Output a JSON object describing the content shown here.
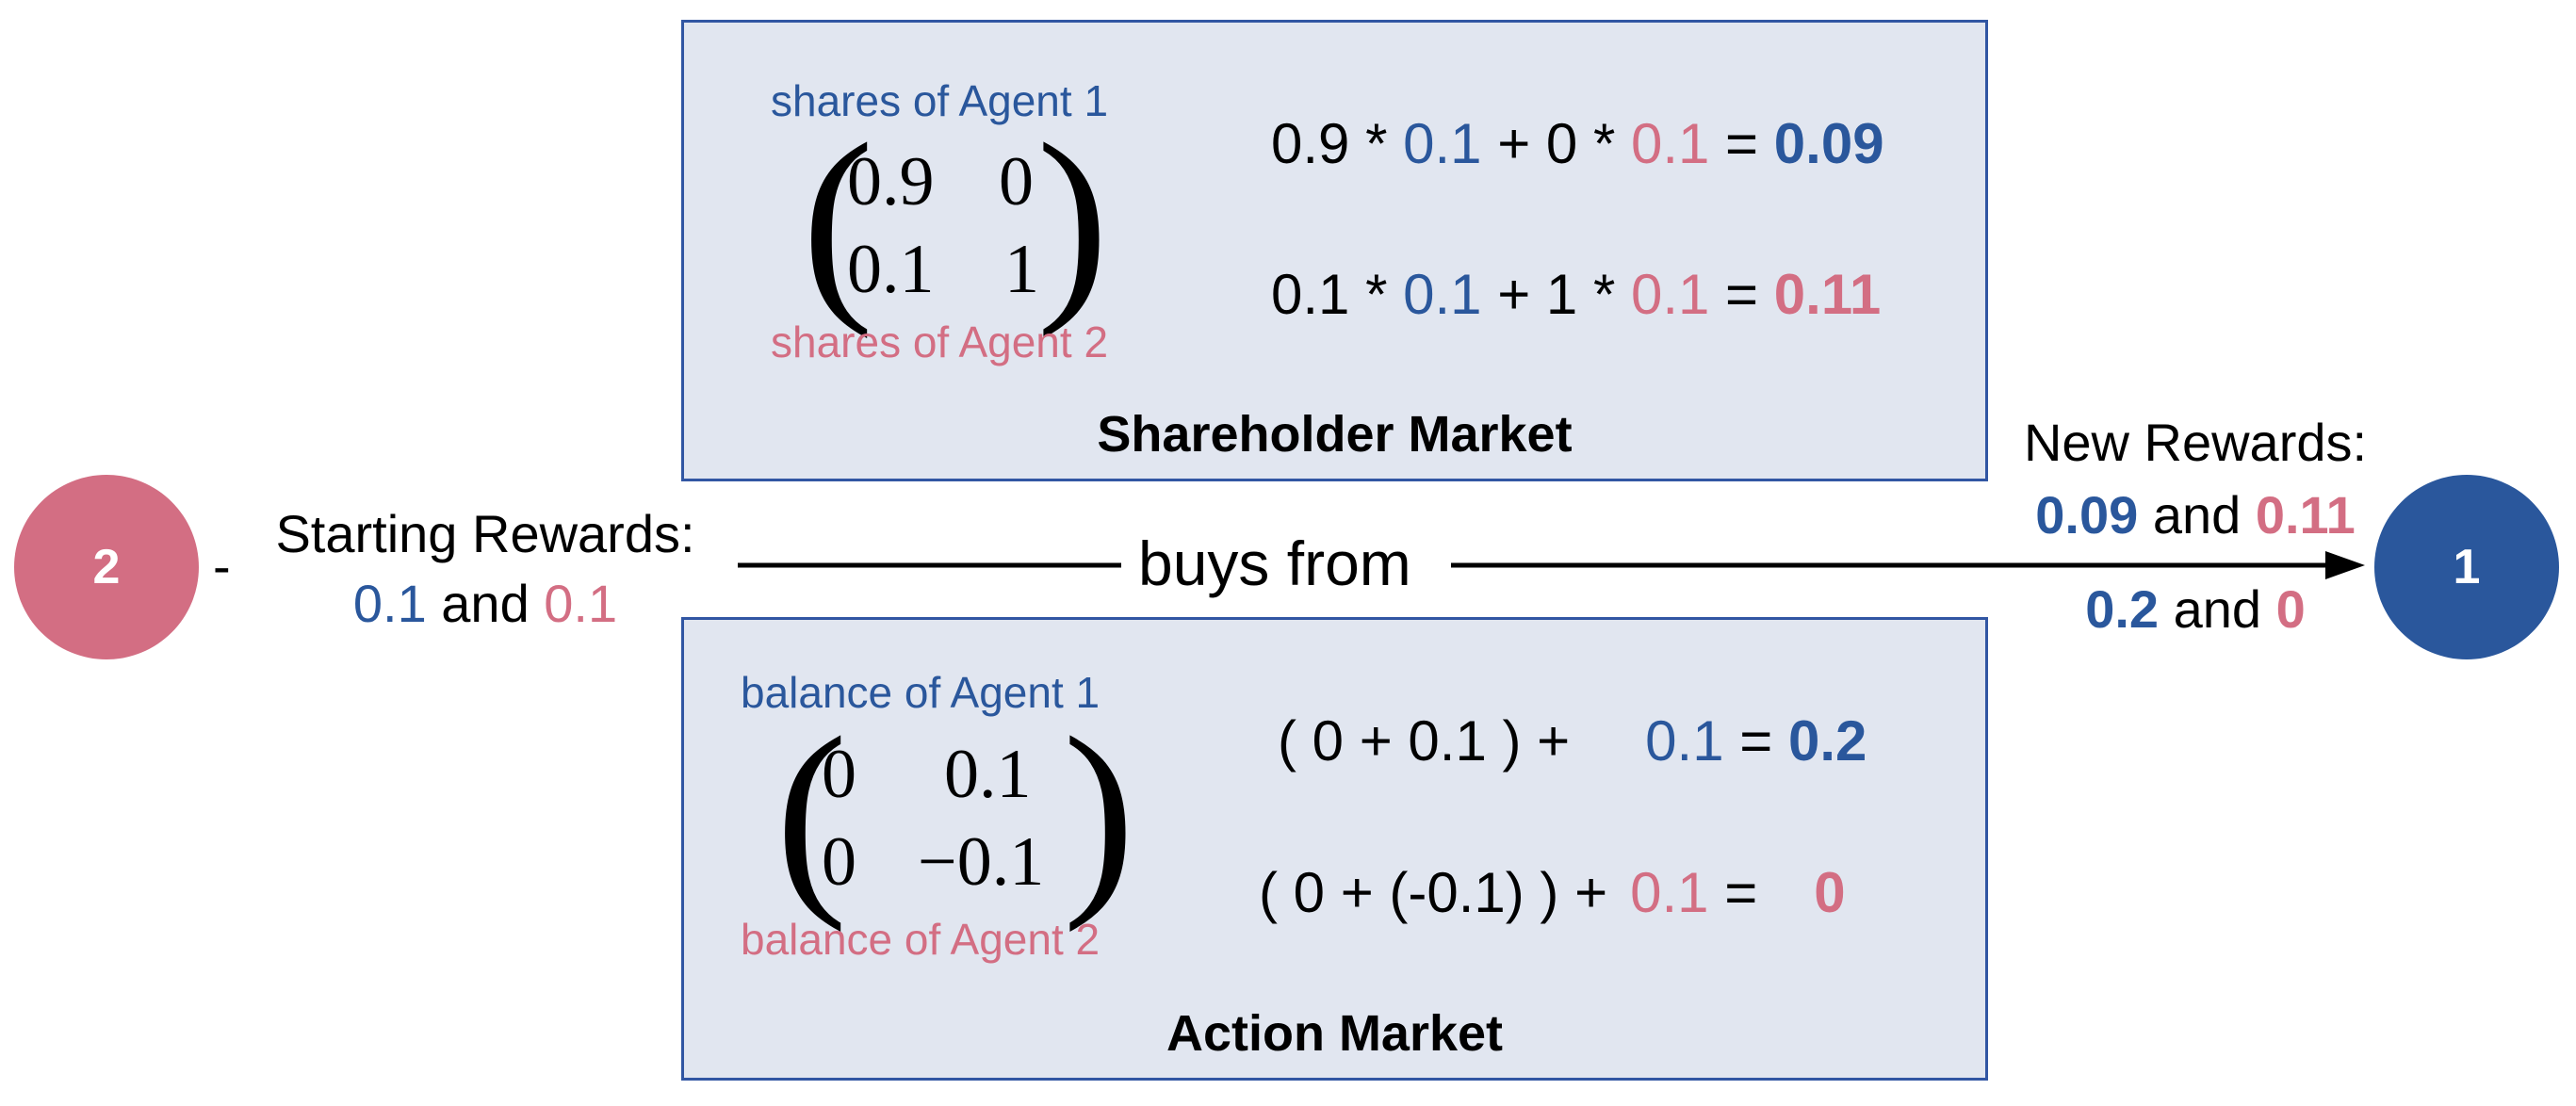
{
  "colors": {
    "agent1": "#2a579c",
    "agent2": "#d36e83",
    "panel_bg": "#e1e6f0",
    "panel_border": "#3156a3"
  },
  "nodes": {
    "agent2": "2",
    "agent1": "1"
  },
  "starting": {
    "label": "Starting Rewards:",
    "a": "0.1",
    "and": "and",
    "b": "0.1"
  },
  "new_rewards": {
    "label": "New Rewards:",
    "a": "0.09",
    "and": "and",
    "b": "0.11"
  },
  "alt_rewards": {
    "a": "0.2",
    "and": "and",
    "b": "0"
  },
  "edge_label": "buys from",
  "dash": "-",
  "shareholder": {
    "title": "Shareholder Market",
    "top_label": "shares of Agent 1",
    "bottom_label": "shares of Agent 2",
    "matrix": [
      [
        "0.9",
        "0"
      ],
      [
        "0.1",
        "1"
      ]
    ],
    "eq1": {
      "p1": "0.9 * ",
      "v1": "0.1",
      "p2": " + 0 * ",
      "v2": "0.1",
      "p3": " = ",
      "result": "0.09"
    },
    "eq2": {
      "p1": "0.1 * ",
      "v1": "0.1",
      "p2": " + 1 * ",
      "v2": "0.1",
      "p3": " = ",
      "result": "0.11"
    }
  },
  "action": {
    "title": "Action Market",
    "top_label": "balance of Agent 1",
    "bottom_label": "balance of Agent 2",
    "matrix": [
      [
        "0",
        "0.1"
      ],
      [
        "0",
        "−0.1"
      ]
    ],
    "eq1": {
      "expr": "( 0 + 0.1 )  +",
      "v": "0.1",
      "eqsign": "=",
      "result": "0.2"
    },
    "eq2": {
      "expr": "( 0  + (-0.1) )  +",
      "v": "0.1",
      "eqsign": "=",
      "result": "0"
    }
  },
  "parens": {
    "open": "(",
    "close": ")"
  }
}
